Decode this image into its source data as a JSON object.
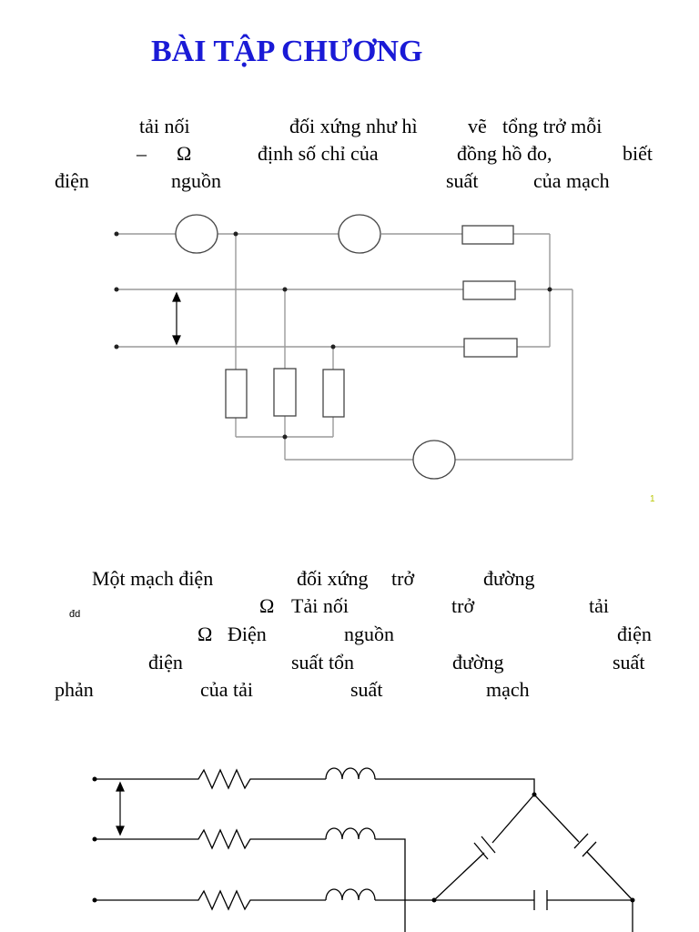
{
  "page": {
    "title": "BÀI TẬP CHƯƠNG",
    "page_number": "1"
  },
  "problem1": {
    "line1": [
      "tải nối",
      "đối xứng như hì",
      "vẽ",
      "tổng trở mỗi"
    ],
    "line2": [
      "–",
      "Ω",
      "định số chỉ của",
      "đồng hồ đo,",
      "biết"
    ],
    "line3": [
      "điện",
      "nguồn",
      "suất",
      "của mạch"
    ]
  },
  "problem2": {
    "line1": [
      "Một mạch điện",
      "đối xứng",
      "trở",
      "đường"
    ],
    "line2": [
      "đd",
      "Ω",
      "Tải nối",
      "trở",
      "tải"
    ],
    "line3": [
      "Ω",
      "Điện",
      "nguồn",
      "điện"
    ],
    "line4": [
      "điện",
      "suất tổn",
      "đường",
      "suất"
    ],
    "line5": [
      "phản",
      "của tải",
      "suất",
      "mạch"
    ]
  },
  "colors": {
    "title": "#1a1ad6",
    "page_number": "#b8c600",
    "circuit1_line": "#9a9a9a",
    "circuit_line": "#000000"
  }
}
